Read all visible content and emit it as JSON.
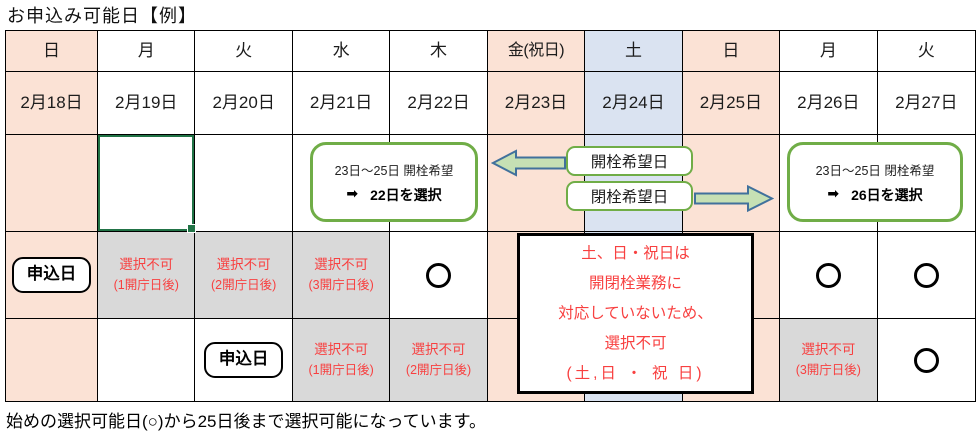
{
  "title": "お申込み可能日【例】",
  "footer": "始めの選択可能日(○)から25日後まで選択可能になっています。",
  "calendar": {
    "day_headers": [
      "日",
      "月",
      "火",
      "水",
      "木",
      "金(祝日)",
      "土",
      "日",
      "月",
      "火"
    ],
    "dates": [
      "2月18日",
      "2月19日",
      "2月20日",
      "2月21日",
      "2月22日",
      "2月23日",
      "2月24日",
      "2月25日",
      "2月26日",
      "2月27日"
    ],
    "apply_label": "申込日",
    "ok_mark": "○",
    "unavailable": {
      "after1": {
        "line1": "選択不可",
        "line2": "(1開庁日後)"
      },
      "after2": {
        "line1": "選択不可",
        "line2": "(2開庁日後)"
      },
      "after3": {
        "line1": "選択不可",
        "line2": "(3開庁日後)"
      }
    }
  },
  "annotations": {
    "open_instruction": {
      "range": "23日～25日 開栓希望",
      "arrow": "➡",
      "action": "22日を選択"
    },
    "close_instruction": {
      "range": "23日～25日 閉栓希望",
      "arrow": "➡",
      "action": "26日を選択"
    },
    "open_label": "開栓希望日",
    "close_label": "閉栓希望日",
    "notice_lines": [
      "土、日・祝日は",
      "開閉栓業務に",
      "対応していないため、",
      "選択不可",
      "(土,日 ・ 祝 日)"
    ]
  },
  "colors": {
    "holiday_bg": "#fbe2d5",
    "saturday_bg": "#dae3f1",
    "unavailable_bg": "#d9d9d9",
    "alert_text": "#f84040",
    "callout_border": "#70ad47",
    "selection_border": "#217346",
    "arrow_fill": "#c6e0b4",
    "arrow_stroke": "#41719c"
  }
}
